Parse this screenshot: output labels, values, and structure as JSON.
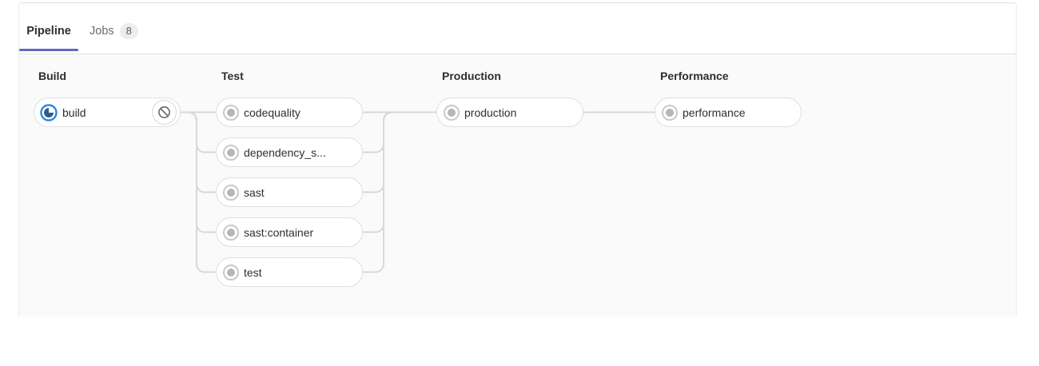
{
  "tabs": {
    "pipeline": {
      "label": "Pipeline"
    },
    "jobs": {
      "label": "Jobs",
      "count": "8"
    }
  },
  "stages": [
    {
      "name": "Build",
      "jobs": [
        {
          "label": "build",
          "status": "running",
          "action": "cancel"
        }
      ]
    },
    {
      "name": "Test",
      "jobs": [
        {
          "label": "codequality",
          "status": "created"
        },
        {
          "label": "dependency_s...",
          "status": "created"
        },
        {
          "label": "sast",
          "status": "created"
        },
        {
          "label": "sast:container",
          "status": "created"
        },
        {
          "label": "test",
          "status": "created"
        }
      ]
    },
    {
      "name": "Production",
      "jobs": [
        {
          "label": "production",
          "status": "created"
        }
      ]
    },
    {
      "name": "Performance",
      "jobs": [
        {
          "label": "performance",
          "status": "created"
        }
      ]
    }
  ],
  "colors": {
    "active_tab_underline": "#6467c0",
    "running_icon_blue": "#2e87e4",
    "running_icon_core": "#2f5d8c",
    "created_icon_gray": "#c9c9c9",
    "connector": "#d8d8d8",
    "graph_background": "#fafafa"
  }
}
